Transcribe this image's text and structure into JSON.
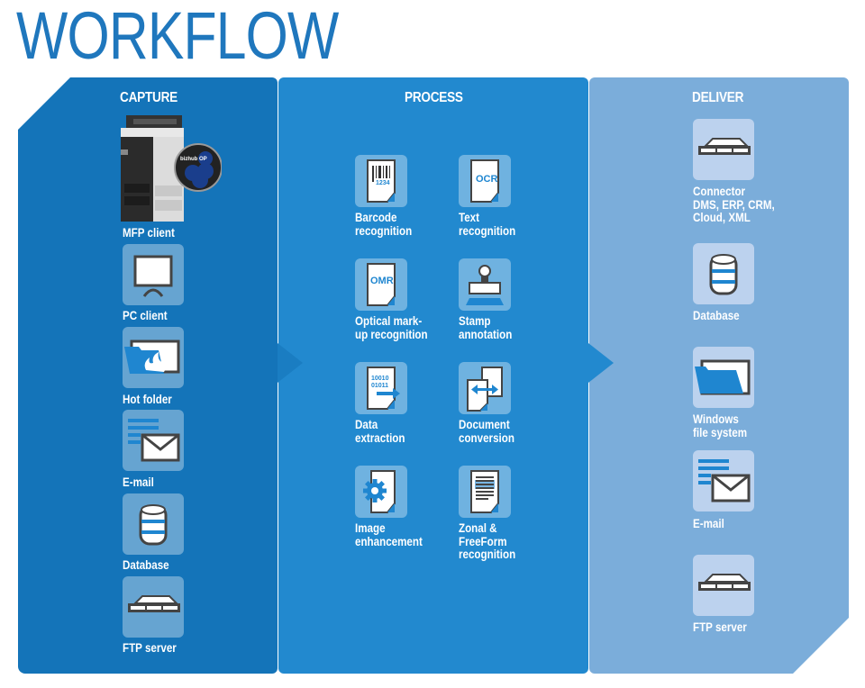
{
  "title": "WORKFLOW",
  "colors": {
    "title": "#1f77bd",
    "capture_panel": "#1474b9",
    "process_panel": "#2289cf",
    "deliver_panel": "#7badda",
    "icon_accent": "#1f86d0",
    "icon_dark": "#4a4a4a"
  },
  "panels": {
    "capture": {
      "heading": "CAPTURE",
      "items": [
        {
          "label": "MFP client",
          "icon": "mfp-printer-icon"
        },
        {
          "label": "PC client",
          "icon": "monitor-icon"
        },
        {
          "label": "Hot folder",
          "icon": "hot-folder-icon"
        },
        {
          "label": "E-mail",
          "icon": "email-icon"
        },
        {
          "label": "Database",
          "icon": "database-icon"
        },
        {
          "label": "FTP server",
          "icon": "server-icon"
        }
      ],
      "mfp_badge_text": "bizhub OP"
    },
    "process": {
      "heading": "PROCESS",
      "items": [
        {
          "label": "Barcode\nrecognition",
          "icon": "barcode-document-icon",
          "glyph": "1234"
        },
        {
          "label": "Text\nrecognition",
          "icon": "ocr-document-icon",
          "glyph": "OCR"
        },
        {
          "label": "Optical mark-\nup recognition",
          "icon": "omr-document-icon",
          "glyph": "OMR"
        },
        {
          "label": "Stamp\nannotation",
          "icon": "stamp-icon"
        },
        {
          "label": "Data\nextraction",
          "icon": "data-extraction-icon",
          "glyph_line1": "10010",
          "glyph_line2": "01011"
        },
        {
          "label": "Document\nconversion",
          "icon": "document-conversion-icon"
        },
        {
          "label": "Image\nenhancement",
          "icon": "gear-document-icon"
        },
        {
          "label": "Zonal &\nFreeForm\nrecognition",
          "icon": "zonal-document-icon"
        }
      ]
    },
    "deliver": {
      "heading": "DELIVER",
      "items": [
        {
          "label": "Connector\nDMS, ERP, CRM,\nCloud, XML",
          "icon": "server-icon"
        },
        {
          "label": "Database",
          "icon": "database-icon"
        },
        {
          "label": "Windows\nfile system",
          "icon": "folder-icon"
        },
        {
          "label": "E-mail",
          "icon": "email-icon"
        },
        {
          "label": "FTP server",
          "icon": "server-icon"
        }
      ]
    }
  }
}
